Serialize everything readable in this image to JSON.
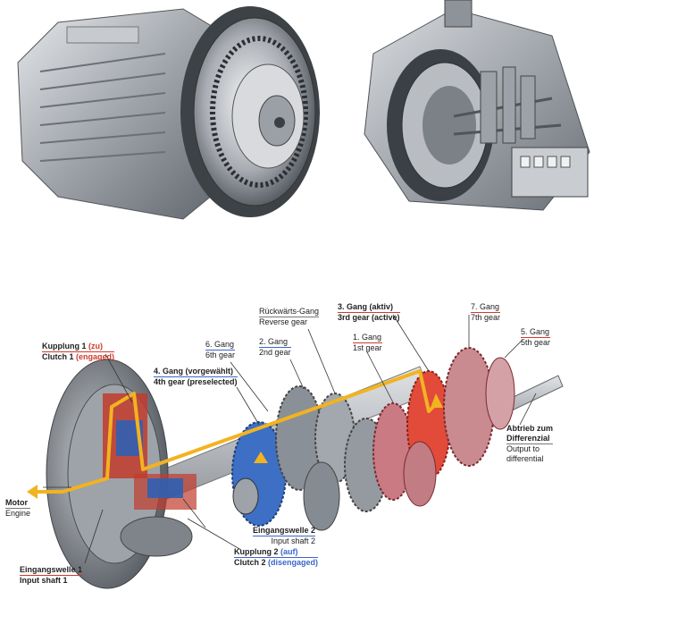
{
  "labels": {
    "clutch1": {
      "de_prefix": "Kupplung 1 ",
      "de_state": "(zu)",
      "en_prefix": "Clutch 1 ",
      "en_state": "(engaged)"
    },
    "gear4": {
      "de": "4. Gang (vorgewählt)",
      "en": "4th gear (preselected)"
    },
    "gear6": {
      "de": "6. Gang",
      "en": "6th gear"
    },
    "gear2": {
      "de": "2. Gang",
      "en": "2nd gear"
    },
    "reverse": {
      "de": "Rückwärts-Gang",
      "en": "Reverse gear"
    },
    "gear3": {
      "de": "3. Gang (aktiv)",
      "en": "3rd gear (active)"
    },
    "gear1": {
      "de": "1. Gang",
      "en": "1st gear"
    },
    "gear7": {
      "de": "7. Gang",
      "en": "7th gear"
    },
    "gear5": {
      "de": "5. Gang",
      "en": "5th gear"
    },
    "output": {
      "de1": "Abtrieb zum",
      "de2": "Differenzial",
      "en1": "Output to",
      "en2": "differential"
    },
    "motor": {
      "de": "Motor",
      "en": "Engine"
    },
    "input2": {
      "de": "Eingangswelle 2",
      "en": "Input shaft 2"
    },
    "clutch2": {
      "de_prefix": "Kupplung 2 ",
      "de_state": "(auf)",
      "en_prefix": "Clutch 2 ",
      "en_state": "(disengaged)"
    },
    "input1": {
      "de": "Eingangswelle 1",
      "en": "Input shaft 1"
    }
  },
  "colors": {
    "red_accent": "#d03a2a",
    "blue_accent": "#3a66c8",
    "power_flow": "#f2b320",
    "metal": "#a9adb3"
  }
}
